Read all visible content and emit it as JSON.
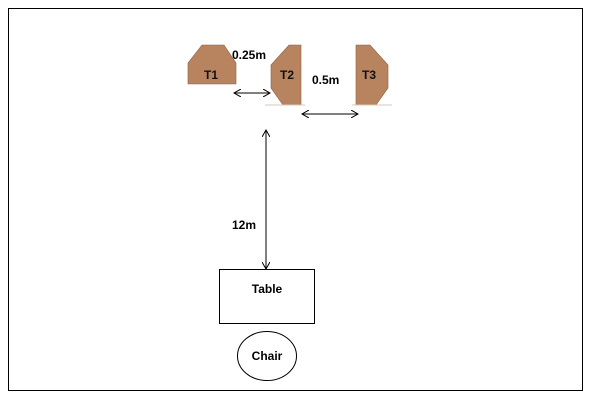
{
  "targets": [
    {
      "label": "T1"
    },
    {
      "label": "T2"
    },
    {
      "label": "T3"
    }
  ],
  "measurements": {
    "t1_t2_gap": "0.25m",
    "t2_t3_gap": "0.5m",
    "table_to_targets": "12m"
  },
  "table": {
    "label": "Table"
  },
  "chair": {
    "label": "Chair"
  },
  "colors": {
    "target_fill": "#b8835f",
    "target_edge": "#8f5f40",
    "frame": "#000000",
    "background": "#ffffff"
  }
}
